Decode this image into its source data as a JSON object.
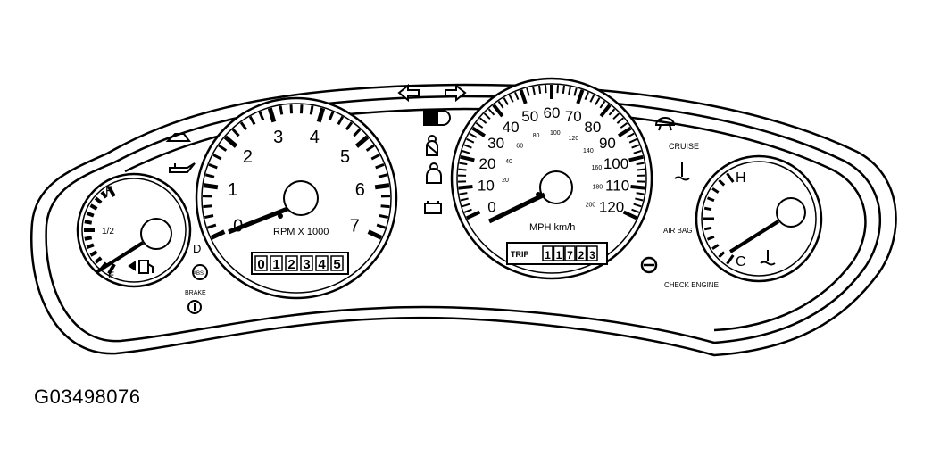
{
  "figure_id": "G03498076",
  "tachometer": {
    "numbers": [
      "0",
      "1",
      "2",
      "3",
      "4",
      "5",
      "6",
      "7"
    ],
    "unit_label": "RPM X 1000",
    "odometer": [
      "0",
      "1",
      "2",
      "3",
      "4",
      "5"
    ]
  },
  "speedometer": {
    "mph_numbers": [
      "0",
      "10",
      "20",
      "30",
      "40",
      "50",
      "60",
      "70",
      "80",
      "90",
      "100",
      "110",
      "120"
    ],
    "kmh_numbers": [
      "20",
      "40",
      "60",
      "80",
      "100",
      "120",
      "140",
      "160",
      "180",
      "200"
    ],
    "unit_label": "MPH km/h",
    "trip_label": "TRIP",
    "trip_value": "1172.3"
  },
  "fuel_gauge": {
    "full": "F",
    "half": "1/2",
    "empty": "E"
  },
  "temp_gauge": {
    "hot": "H",
    "cold": "C"
  },
  "indicators": {
    "brake": "BRAKE",
    "abs": "ABS",
    "cruise": "CRUISE",
    "airbag": "AIR BAG",
    "check_engine": "CHECK ENGINE",
    "gear_d": "D"
  },
  "icons": [
    "left-turn-arrow-icon",
    "right-turn-arrow-icon",
    "high-beam-icon",
    "seatbelt-icon",
    "airbag-person-icon",
    "battery-icon",
    "door-ajar-icon",
    "oil-can-icon",
    "fuel-pump-icon",
    "coolant-temp-icon",
    "washer-fluid-icon",
    "check-engine-icon",
    "brake-icon",
    "abs-icon"
  ]
}
